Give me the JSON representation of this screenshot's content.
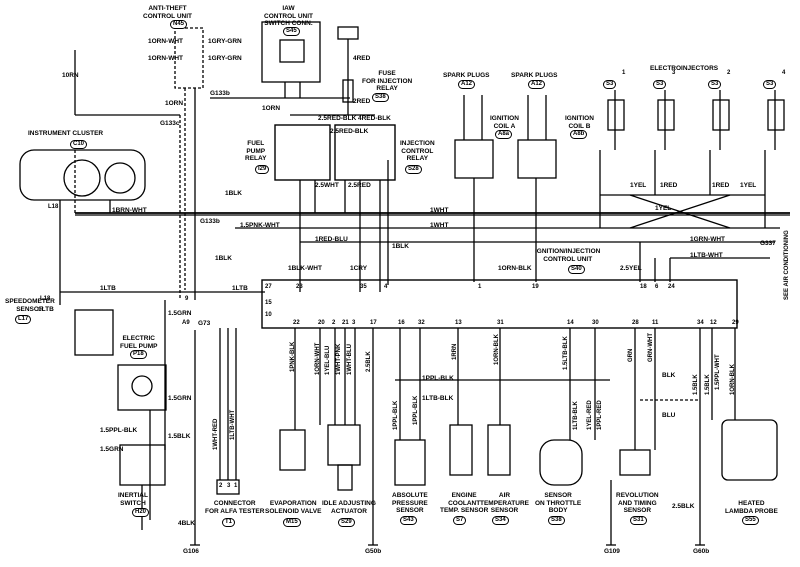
{
  "components": {
    "anti_theft": {
      "title": "ANTI-THEFT\nCONTROL UNIT",
      "code": "N45"
    },
    "iaw_switch": {
      "title": "IAW\nCONTROL UNIT\nSWITCH CONN.",
      "code": "S45"
    },
    "fuse_injection": {
      "title": "FUSE\nFOR INJECTION\nRELAY",
      "code": "S38"
    },
    "spark_plugs_a": {
      "title": "SPARK PLUGS",
      "code": "A12"
    },
    "spark_plugs_b": {
      "title": "SPARK PLUGS",
      "code": "A12"
    },
    "electroinjectors": {
      "title": "ELECTROINJECTORS",
      "codes": [
        "S3",
        "S3",
        "S3",
        "S3"
      ],
      "numbers": [
        "1",
        "3",
        "2",
        "4"
      ]
    },
    "ignition_coil_a": {
      "title": "IGNITION\nCOIL A",
      "code": "A8a"
    },
    "ignition_coil_b": {
      "title": "IGNITION\nCOIL B",
      "code": "A8b"
    },
    "instrument_cluster": {
      "title": "INSTRUMENT CLUSTER",
      "code": "C10"
    },
    "fuel_pump_relay": {
      "title": "FUEL\nPUMP\nRELAY",
      "code": "I29"
    },
    "injection_relay": {
      "title": "INJECTION\nCONTROL\nRELAY",
      "code": "S28"
    },
    "control_unit": {
      "title": "IGNITION/INJECTION\nCONTROL UNIT",
      "code": "S40"
    },
    "speedometer": {
      "title": "SPEEDOMETER\nSENSOR",
      "code": "L17"
    },
    "fuel_pump": {
      "title": "ELECTRIC\nFUEL PUMP",
      "code": "P18"
    },
    "inertial_switch": {
      "title": "INERTIAL\nSWITCH",
      "code": "H20"
    },
    "alfa_connector": {
      "title": "CONNECTOR\nFOR ALFA TESTER",
      "code": "T1"
    },
    "evap_valve": {
      "title": "EVAPORATION\nSOLENOID VALVE",
      "code": "M15"
    },
    "idle_actuator": {
      "title": "IDLE ADJUSTING\nACTUATOR",
      "code": "S29"
    },
    "abs_pressure": {
      "title": "ABSOLUTE\nPRESSURE\nSENSOR",
      "code": "S43"
    },
    "coolant_sensor": {
      "title": "ENGINE\nCOOLANT\nTEMP. SENSOR",
      "code": "S7"
    },
    "air_temp": {
      "title": "AIR\nTEMPERATURE\nSENSOR",
      "code": "S34"
    },
    "throttle_sensor": {
      "title": "SENSOR\nON THROTTLE\nBODY",
      "code": "S38"
    },
    "rev_timing": {
      "title": "REVOLUTION\nAND TIMING\nSENSOR",
      "code": "S31"
    },
    "lambda_probe": {
      "title": "HEATED\nLAMBDA PROBE",
      "code": "S55"
    }
  },
  "grounds": [
    "G106",
    "G50b",
    "G109",
    "G60b"
  ],
  "splices": [
    "G133b",
    "G133c",
    "G133b",
    "G337",
    "G73",
    "G133c"
  ],
  "side_note": "SEE AIR CONDITIONING",
  "wires": [
    "10RN",
    "1ORN-WHT",
    "1ORN-WHT",
    "1GRY-GRN",
    "1GRY-GRN",
    "1ORN",
    "1ORN",
    "4RED",
    "2RED",
    "2.5RED-BLK",
    "4RED-BLK",
    "2.5RED-BLK",
    "2.5WHT",
    "2.5RED",
    "1BLK",
    "1BRN-WHT",
    "1.5PNK-WHT",
    "1WHT",
    "1WHT",
    "1RED-BLU",
    "1BLK",
    "1BLK",
    "1BLK-WHT",
    "1CRY",
    "1LTB",
    "1LTB",
    "1.5GRN",
    "1.5GRN",
    "1YEL",
    "1RED",
    "1RED",
    "1YEL",
    "1YEL",
    "1GRN-WHT",
    "1LTB-WHT",
    "2.5YEL",
    "1ORN-BLK",
    "1PNK-BLK",
    "1ORN-WHT",
    "1YEL-BLU",
    "1WHT-PNK",
    "1WHT-BLU",
    "2.5BLK",
    "1PPL-BLK",
    "1LTB-BLK",
    "1PPL-BLK",
    "1PPL-BLK",
    "1RRN",
    "1ORN-BLK",
    "1.5LTB-BLK",
    "1LTB-BLK",
    "1YEL-RED",
    "1PPL-RED",
    "GRN",
    "GRN-WHT",
    "BLK",
    "BLU",
    "1.5BLK",
    "1.5BLK",
    "1.5PPL-WHT",
    "1ORN-BLK",
    "2.5BLK",
    "1.5PPL-BLK",
    "1.5BLK",
    "4BLK",
    "1WHT-RED",
    "1LTB-WHT",
    "1LTB",
    "1.5GRN"
  ],
  "pins": [
    "27",
    "23",
    "35",
    "4",
    "1",
    "19",
    "18",
    "6",
    "24",
    "15",
    "10",
    "22",
    "20",
    "2",
    "21",
    "3",
    "17",
    "16",
    "32",
    "13",
    "31",
    "14",
    "30",
    "28",
    "11",
    "34",
    "12",
    "29",
    "2",
    "3",
    "1",
    "L18",
    "L18",
    "9",
    "A9"
  ]
}
